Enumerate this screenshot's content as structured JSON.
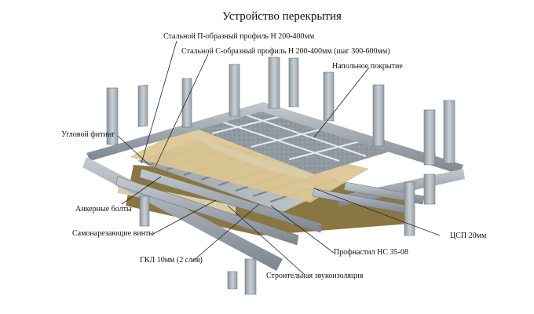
{
  "diagram": {
    "title": "Устройство перекрытия",
    "labels": {
      "u_profile": "Стальной П-образный профиль Н 200-400мм",
      "c_profile": "Стальной С-образный профиль Н 200-400мм (шаг 300-600мм)",
      "floor_covering": "Напольное покрытие",
      "corner_fitting": "Угловой фитинг",
      "anchor_bolts": "Анкерные болты",
      "self_tapping_screws": "Самонарезающие винты",
      "gkl": "ГКЛ 10мм (2 слоя)",
      "csp": "ЦСП 20мм",
      "profnastil": "Профнастил НС 35-08",
      "sound_insulation": "Строительная звукоизоляция"
    },
    "colors": {
      "steel": "#a9b1b8",
      "steel_dark": "#6f7880",
      "floor_covering": "#8e989f",
      "tile_lines": "#e8ecef",
      "csp_board": "#dcc48f",
      "insulation": "#8a7640",
      "leader_lines": "#222222"
    }
  }
}
